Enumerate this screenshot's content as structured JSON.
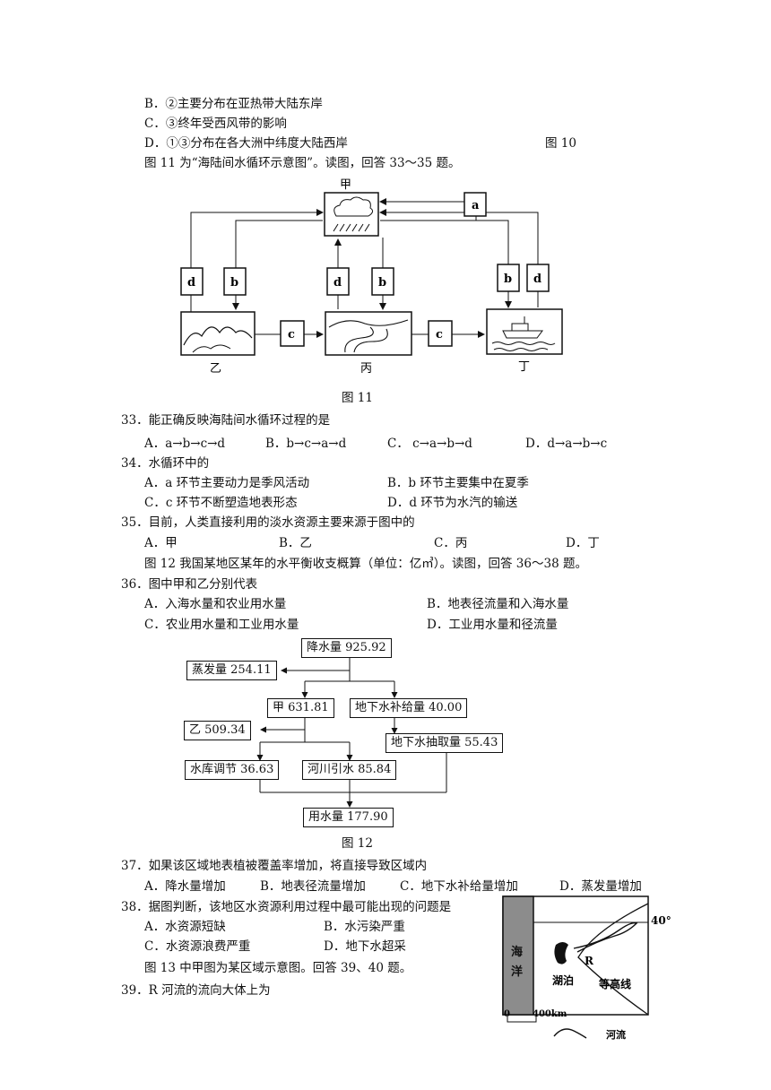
{
  "lines": {
    "b_opt": "B．②主要分布在亚热带大陆东岸",
    "c_opt": "C．③终年受西风带的影响",
    "d_opt": "D．①③分布在各大洲中纬度大陆西岸",
    "fig10": "图 10",
    "intro_11": "图 11 为“海陆间水循环示意图”。读图，回答 33～35 题。",
    "fig11": "图 11",
    "intro_12": "图 12 我国某地区某年的水平衡收支概算（单位：亿㎥）。读图，回答 36～38 题。",
    "fig12": "图 12",
    "intro_13": "图 13 中甲图为某区域示意图。回答 39、40 题。"
  },
  "fig11": {
    "labels": {
      "jia": "甲",
      "yi": "乙",
      "bing": "丙",
      "ding": "丁"
    },
    "boxes": {
      "a": "a",
      "b": "b",
      "c": "c",
      "d": "d"
    }
  },
  "q33": {
    "stem": "33．能正确反映海陆间水循环过程的是",
    "A": "A．a→b→c→d",
    "B": "B．b→c→a→d",
    "C": "C． c→a→b→d",
    "D": "D．d→a→b→c"
  },
  "q34": {
    "stem": "34．水循环中的",
    "A": "A．a 环节主要动力是季风活动",
    "B": "B．b 环节主要集中在夏季",
    "C": "C．c 环节不断塑造地表形态",
    "D": "D．d 环节为水汽的输送"
  },
  "q35": {
    "stem": "35．目前，人类直接利用的淡水资源主要来源于图中的",
    "A": "A．甲",
    "B": "B．乙",
    "C": "C．丙",
    "D": "D．丁"
  },
  "q36": {
    "stem": "36．图中甲和乙分别代表",
    "A": "A．入海水量和农业用水量",
    "B": "B．地表径流量和入海水量",
    "C": "C．农业用水量和工业用水量",
    "D": "D．工业用水量和径流量"
  },
  "fig12": {
    "rain": "降水量 925.92",
    "evap": "蒸发量 254.11",
    "jia": "甲 631.81",
    "gw_recharge": "地下水补给量 40.00",
    "yi": "乙 509.34",
    "gw_pump": "地下水抽取量 55.43",
    "reservoir": "水库调节 36.63",
    "river": "河川引水 85.84",
    "use": "用水量 177.90"
  },
  "q37": {
    "stem": "37．如果该区域地表植被覆盖率增加，将直接导致区域内",
    "A": "A．降水量增加",
    "B": "B．地表径流量增加",
    "C": "C．地下水补给量增加",
    "D": "D．蒸发量增加"
  },
  "q38": {
    "stem": "38．据图判断，该地区水资源利用过程中最可能出现的问题是",
    "A": "A．水资源短缺",
    "B": "B．水污染严重",
    "C": "C．水资源浪费严重",
    "D": "D．地下水超采"
  },
  "q39": {
    "stem": "39．R 河流的流向大体上为"
  },
  "fig13": {
    "ocean": "海洋",
    "lat": "40°",
    "lake": "湖泊",
    "r": "R",
    "contour": "等高线",
    "scale0": "0",
    "scale400": "400km",
    "river": "河流"
  }
}
